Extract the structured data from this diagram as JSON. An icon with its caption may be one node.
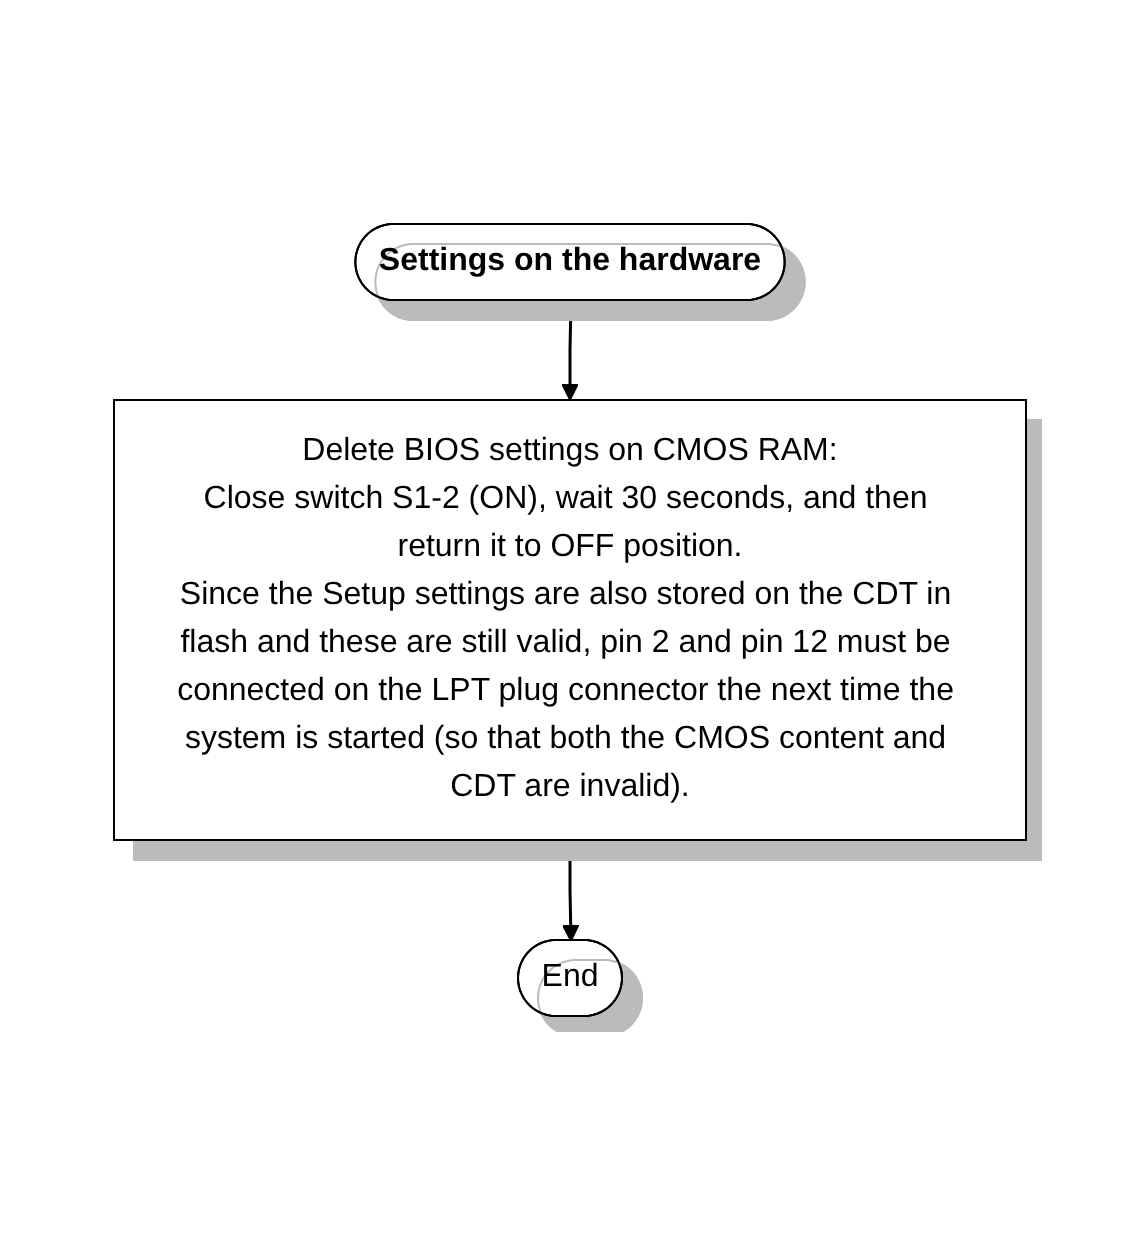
{
  "diagram": {
    "nodes": [
      {
        "text": [
          "Settings on the hardware"
        ]
      },
      {
        "text": [
          "Delete BIOS settings on CMOS RAM:",
          "Close switch S1-2 (ON), wait 30 seconds, and then return it to OFF position.",
          "Since the Setup settings are also stored on the CDT in flash and these are still valid, pin 2 and pin 12 must be connected on the LPT plug connector the next time the system is started (so that both the CMOS content and CDT are invalid)."
        ]
      },
      {
        "text": [
          "End"
        ]
      }
    ],
    "edges": [
      {
        "from": 0,
        "to": 1,
        "arrow": "to"
      },
      {
        "from": 1,
        "to": 2,
        "arrow": "to"
      }
    ]
  }
}
